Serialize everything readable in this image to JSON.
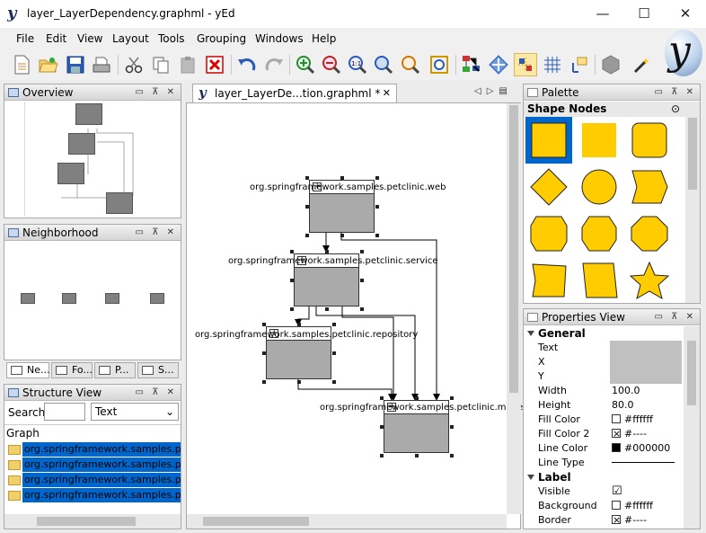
{
  "window": {
    "title": "layer_LayerDependency.graphml - yEd",
    "logo_glyph": "y",
    "minimize_glyph": "—",
    "maximize_glyph": "☐",
    "close_glyph": "✕"
  },
  "menu": [
    "File",
    "Edit",
    "View",
    "Layout",
    "Tools",
    "Grouping",
    "Windows",
    "Help"
  ],
  "toolbar_icons": [
    "new-document-icon",
    "open-folder-icon",
    "save-icon",
    "print-icon",
    "cut-icon",
    "copy-icon",
    "paste-icon",
    "delete-icon",
    "undo-icon",
    "redo-icon",
    "zoom-in-icon",
    "zoom-out-icon",
    "zoom-100-icon",
    "zoom-fit-icon",
    "zoom-area-icon",
    "fit-content-icon",
    "hierarchy-edit-icon",
    "move-icon",
    "snap-icon",
    "grid-icon",
    "select-label-icon",
    "layout-icon",
    "magic-wand-icon"
  ],
  "overview": {
    "title": "Overview"
  },
  "neighborhood": {
    "title": "Neighborhood"
  },
  "bottom_tabs": [
    "Ne...",
    "Fo...",
    "P...",
    "S..."
  ],
  "structure": {
    "title": "Structure View",
    "search_label": "Search",
    "search_value": "",
    "filter_value": "Text",
    "root_label": "Graph",
    "items": [
      "org.springframework.samples.petcli",
      "org.springframework.samples.petcli",
      "org.springframework.samples.petcli",
      "org.springframework.samples.petcli"
    ]
  },
  "editor": {
    "tab_label": "layer_LayerDe...tion.graphml *",
    "nodes": [
      {
        "label": "org.springframework.samples.petclinic.web"
      },
      {
        "label": "org.springframework.samples.petclinic.service"
      },
      {
        "label": "org.springframework.samples.petclinic.repository"
      },
      {
        "label": "org.springframework.samples.petclinic.model"
      }
    ],
    "node_plus": "+"
  },
  "palette": {
    "title": "Palette",
    "section": "Shape Nodes",
    "fill_color": "#ffcc00",
    "shapes": [
      "rectangle",
      "rectangle-flat",
      "rounded-rectangle",
      "diamond",
      "ellipse",
      "hexagon-flag",
      "hexagon",
      "trapezoid-octagon",
      "octagon",
      "parallelogram-fat",
      "parallelogram",
      "star"
    ]
  },
  "properties": {
    "title": "Properties View",
    "sections": [
      {
        "name": "General",
        "rows": [
          {
            "key": "Text",
            "value": ""
          },
          {
            "key": "X",
            "value": ""
          },
          {
            "key": "Y",
            "value": ""
          },
          {
            "key": "Width",
            "value": "100.0"
          },
          {
            "key": "Height",
            "value": "80.0"
          },
          {
            "key": "Fill Color",
            "value": "#ffffff"
          },
          {
            "key": "Fill Color 2",
            "value": "#----"
          },
          {
            "key": "Line Color",
            "value": "#000000"
          },
          {
            "key": "Line Type",
            "value": ""
          }
        ]
      },
      {
        "name": "Label",
        "rows": [
          {
            "key": "Visible",
            "value": ""
          },
          {
            "key": "Background",
            "value": "#ffffff"
          },
          {
            "key": "Border",
            "value": "#----"
          }
        ]
      }
    ]
  },
  "colors": {
    "node_fill": "#aaaaaa",
    "selection": "#0066cc",
    "palette_fill": "#ffcc00"
  }
}
